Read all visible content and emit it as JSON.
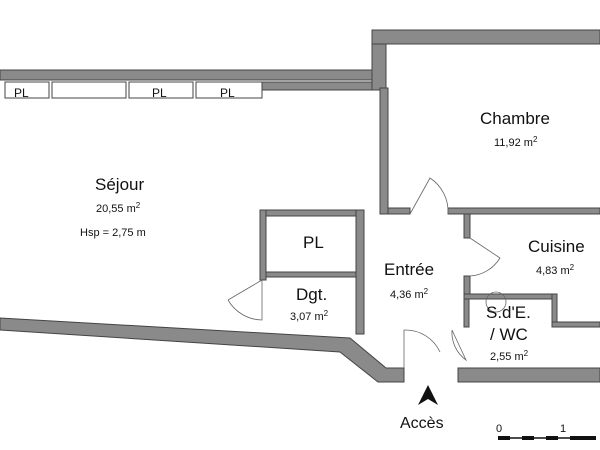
{
  "rooms": {
    "sejour": {
      "name": "Séjour",
      "area": "20,55 m",
      "hsp": "Hsp = 2,75 m"
    },
    "chambre": {
      "name": "Chambre",
      "area": "11,92 m"
    },
    "cuisine": {
      "name": "Cuisine",
      "area": "4,83 m"
    },
    "entree": {
      "name": "Entrée",
      "area": "4,36 m"
    },
    "dgt": {
      "name": "Dgt.",
      "area": "3,07 m"
    },
    "sde": {
      "name_line1": "S.d'E.",
      "name_line2": "/ WC",
      "area": "2,55 m"
    }
  },
  "closets": {
    "pl1": "PL",
    "pl2": "PL",
    "pl3": "PL",
    "pl_dgt": "PL"
  },
  "area_unit_sup": "2",
  "access": {
    "label": "Accès"
  },
  "scale": {
    "zero": "0",
    "one": "1"
  },
  "colors": {
    "wall": "#8a8a8a",
    "line": "#444444"
  }
}
